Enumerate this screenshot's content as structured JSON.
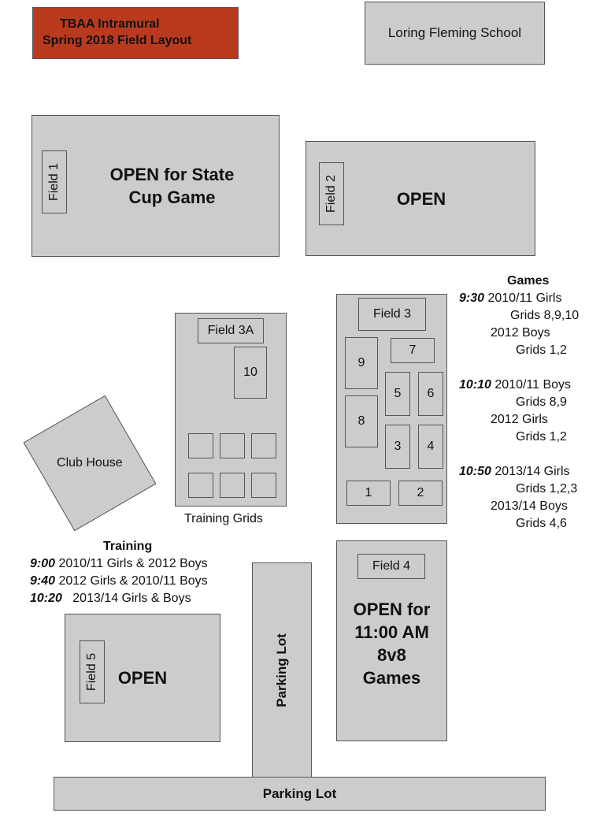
{
  "title": {
    "line1": "TBAA Intramural",
    "line2": "Spring 2018 Field Layout"
  },
  "school": "Loring Fleming School",
  "field1": {
    "label": "Field 1",
    "status_line1": "OPEN for State",
    "status_line2": "Cup Game"
  },
  "field2": {
    "label": "Field 2",
    "status": "OPEN"
  },
  "field3": {
    "label": "Field 3",
    "grids": [
      "9",
      "7",
      "5",
      "6",
      "8",
      "3",
      "4",
      "1",
      "2"
    ]
  },
  "field3a": {
    "label": "Field 3A",
    "grid_10": "10",
    "caption": "Training Grids"
  },
  "clubhouse": "Club House",
  "games": {
    "heading": "Games",
    "slots": [
      {
        "time": "9:30",
        "line1": "2010/11 Girls",
        "line2": "Grids 8,9,10",
        "line3": "2012 Boys",
        "line4": "Grids 1,2"
      },
      {
        "time": "10:10",
        "line1": "2010/11 Boys",
        "line2": "Grids 8,9",
        "line3": "2012 Girls",
        "line4": "Grids 1,2"
      },
      {
        "time": "10:50",
        "line1": "2013/14 Girls",
        "line2": "Grids 1,2,3",
        "line3": "2013/14 Boys",
        "line4": "Grids 4,6"
      }
    ]
  },
  "training": {
    "heading": "Training",
    "slots": [
      {
        "time": "9:00",
        "text": "2010/11 Girls & 2012 Boys"
      },
      {
        "time": "9:40",
        "text": "2012 Girls & 2010/11 Boys"
      },
      {
        "time": "10:20",
        "text": "2013/14 Girls & Boys"
      }
    ]
  },
  "field4": {
    "label": "Field 4",
    "status_lines": [
      "OPEN for",
      "11:00 AM",
      "8v8",
      "Games"
    ]
  },
  "field5": {
    "label": "Field 5",
    "status": "OPEN"
  },
  "parking_vertical": "Parking Lot",
  "parking_horizontal": "Parking Lot"
}
